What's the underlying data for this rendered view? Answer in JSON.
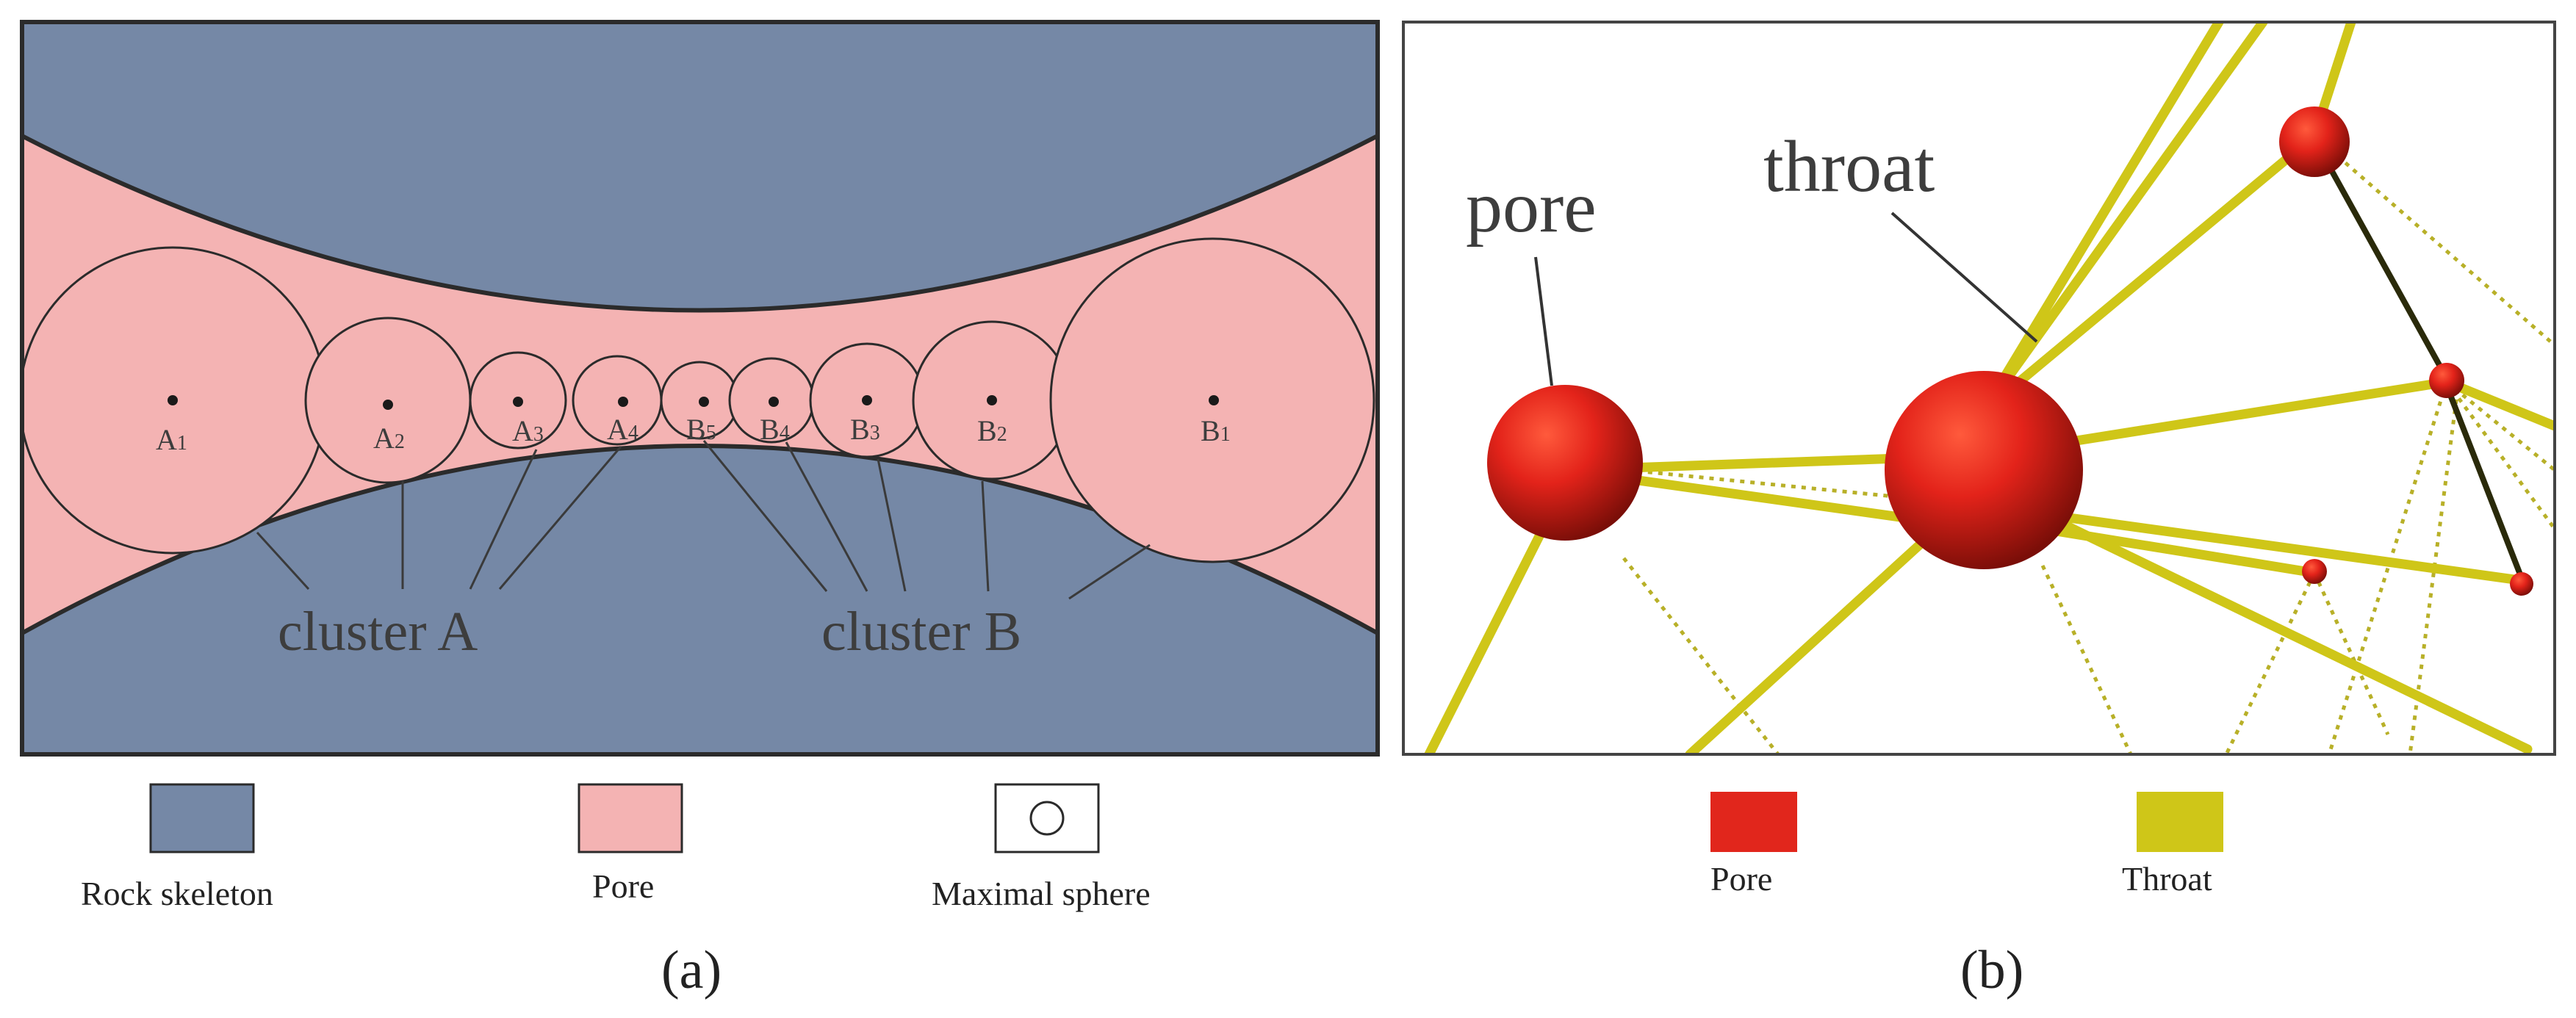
{
  "panel_a": {
    "caption": "(a)",
    "circles": [
      {
        "id": "A1",
        "letter": "A",
        "digit": "1"
      },
      {
        "id": "A2",
        "letter": "A",
        "digit": "2"
      },
      {
        "id": "A3",
        "letter": "A",
        "digit": "3"
      },
      {
        "id": "A4",
        "letter": "A",
        "digit": "4"
      },
      {
        "id": "B5",
        "letter": "B",
        "digit": "5"
      },
      {
        "id": "B4",
        "letter": "B",
        "digit": "4"
      },
      {
        "id": "B3",
        "letter": "B",
        "digit": "3"
      },
      {
        "id": "B2",
        "letter": "B",
        "digit": "2"
      },
      {
        "id": "B1",
        "letter": "B",
        "digit": "1"
      }
    ],
    "cluster_a": "cluster A",
    "cluster_b": "cluster B",
    "legend": {
      "rock": "Rock skeleton",
      "pore": "Pore",
      "sphere": "Maximal sphere"
    },
    "colors": {
      "rock": "#7588a6",
      "pore": "#f4b3b3",
      "outline": "#2b2b2b"
    }
  },
  "panel_b": {
    "caption": "(b)",
    "pore_label": "pore",
    "throat_label": "throat",
    "legend": {
      "pore": "Pore",
      "throat": "Throat"
    },
    "colors": {
      "pore": "#e1261c",
      "throat": "#cfc618"
    }
  }
}
